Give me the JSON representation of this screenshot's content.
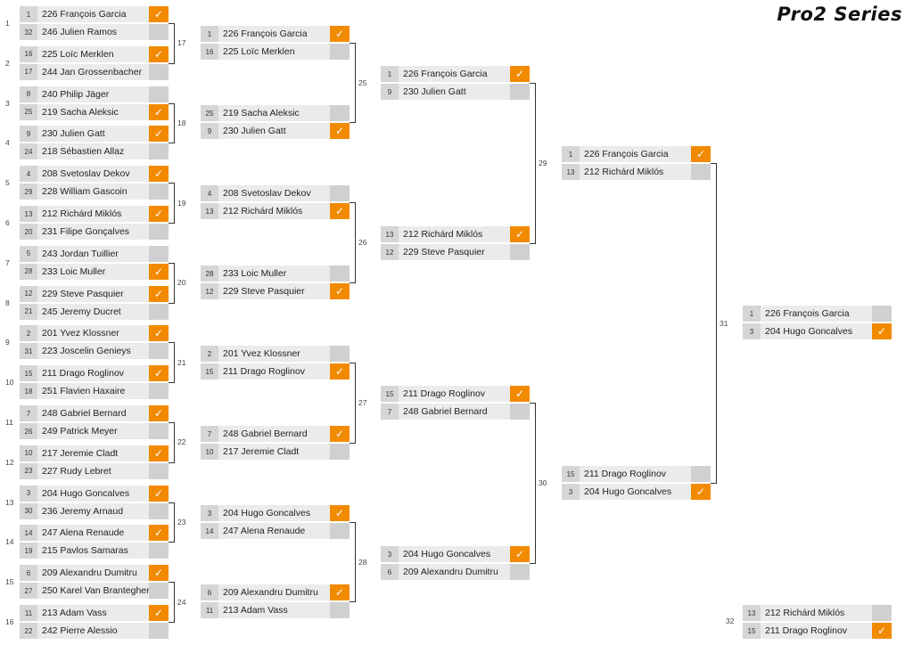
{
  "title": "Pro2 Series",
  "accent": "#f28a00",
  "rounds": [
    [
      {
        "num": "1",
        "players": [
          {
            "seed": "1",
            "name": "226 François Garcia",
            "win": true
          },
          {
            "seed": "32",
            "name": "246 Julien Ramos",
            "win": false
          }
        ]
      },
      {
        "num": "2",
        "players": [
          {
            "seed": "16",
            "name": "225 Loïc Merklen",
            "win": true
          },
          {
            "seed": "17",
            "name": "244 Jan Grossenbacher",
            "win": false
          }
        ]
      },
      {
        "num": "3",
        "players": [
          {
            "seed": "8",
            "name": "240 Philip Jäger",
            "win": false
          },
          {
            "seed": "25",
            "name": "219 Sacha Aleksic",
            "win": true
          }
        ]
      },
      {
        "num": "4",
        "players": [
          {
            "seed": "9",
            "name": "230 Julien Gatt",
            "win": true
          },
          {
            "seed": "24",
            "name": "218 Sébastien Allaz",
            "win": false
          }
        ]
      },
      {
        "num": "5",
        "players": [
          {
            "seed": "4",
            "name": "208 Svetoslav Dekov",
            "win": true
          },
          {
            "seed": "29",
            "name": "228 William Gascoin",
            "win": false
          }
        ]
      },
      {
        "num": "6",
        "players": [
          {
            "seed": "13",
            "name": "212 Richárd Miklós",
            "win": true
          },
          {
            "seed": "20",
            "name": "231 Filipe Gonçalves",
            "win": false
          }
        ]
      },
      {
        "num": "7",
        "players": [
          {
            "seed": "5",
            "name": "243 Jordan Tuillier",
            "win": false
          },
          {
            "seed": "28",
            "name": "233 Loic Muller",
            "win": true
          }
        ]
      },
      {
        "num": "8",
        "players": [
          {
            "seed": "12",
            "name": "229 Steve Pasquier",
            "win": true
          },
          {
            "seed": "21",
            "name": "245 Jeremy Ducret",
            "win": false
          }
        ]
      },
      {
        "num": "9",
        "players": [
          {
            "seed": "2",
            "name": "201 Yvez Klossner",
            "win": true
          },
          {
            "seed": "31",
            "name": "223 Joscelin Genieys",
            "win": false
          }
        ]
      },
      {
        "num": "10",
        "players": [
          {
            "seed": "15",
            "name": "211 Drago Roglinov",
            "win": true
          },
          {
            "seed": "18",
            "name": "251 Flavien Haxaire",
            "win": false
          }
        ]
      },
      {
        "num": "11",
        "players": [
          {
            "seed": "7",
            "name": "248 Gabriel Bernard",
            "win": true
          },
          {
            "seed": "26",
            "name": "249 Patrick Meyer",
            "win": false
          }
        ]
      },
      {
        "num": "12",
        "players": [
          {
            "seed": "10",
            "name": "217 Jeremie Cladt",
            "win": true
          },
          {
            "seed": "23",
            "name": "227 Rudy Lebret",
            "win": false
          }
        ]
      },
      {
        "num": "13",
        "players": [
          {
            "seed": "3",
            "name": "204 Hugo Goncalves",
            "win": true
          },
          {
            "seed": "30",
            "name": "236 Jeremy Arnaud",
            "win": false
          }
        ]
      },
      {
        "num": "14",
        "players": [
          {
            "seed": "14",
            "name": "247 Alena Renaude",
            "win": true
          },
          {
            "seed": "19",
            "name": "215 Pavlos Samaras",
            "win": false
          }
        ]
      },
      {
        "num": "15",
        "players": [
          {
            "seed": "6",
            "name": "209 Alexandru Dumitru",
            "win": true
          },
          {
            "seed": "27",
            "name": "250 Karel Van Brantegher",
            "win": false
          }
        ]
      },
      {
        "num": "16",
        "players": [
          {
            "seed": "11",
            "name": "213 Adam Vass",
            "win": true
          },
          {
            "seed": "22",
            "name": "242 Pierre Alessio",
            "win": false
          }
        ]
      }
    ],
    [
      {
        "num": "17",
        "players": [
          {
            "seed": "1",
            "name": "226 François Garcia",
            "win": true
          },
          {
            "seed": "16",
            "name": "225 Loïc Merklen",
            "win": false
          }
        ]
      },
      {
        "num": "18",
        "players": [
          {
            "seed": "25",
            "name": "219 Sacha Aleksic",
            "win": false
          },
          {
            "seed": "9",
            "name": "230 Julien Gatt",
            "win": true
          }
        ]
      },
      {
        "num": "19",
        "players": [
          {
            "seed": "4",
            "name": "208 Svetoslav Dekov",
            "win": false
          },
          {
            "seed": "13",
            "name": "212 Richárd Miklós",
            "win": true
          }
        ]
      },
      {
        "num": "20",
        "players": [
          {
            "seed": "28",
            "name": "233 Loic Muller",
            "win": false
          },
          {
            "seed": "12",
            "name": "229 Steve Pasquier",
            "win": true
          }
        ]
      },
      {
        "num": "21",
        "players": [
          {
            "seed": "2",
            "name": "201 Yvez Klossner",
            "win": false
          },
          {
            "seed": "15",
            "name": "211 Drago Roglinov",
            "win": true
          }
        ]
      },
      {
        "num": "22",
        "players": [
          {
            "seed": "7",
            "name": "248 Gabriel Bernard",
            "win": true
          },
          {
            "seed": "10",
            "name": "217 Jeremie Cladt",
            "win": false
          }
        ]
      },
      {
        "num": "23",
        "players": [
          {
            "seed": "3",
            "name": "204 Hugo Goncalves",
            "win": true
          },
          {
            "seed": "14",
            "name": "247 Alena Renaude",
            "win": false
          }
        ]
      },
      {
        "num": "24",
        "players": [
          {
            "seed": "6",
            "name": "209 Alexandru Dumitru",
            "win": true
          },
          {
            "seed": "11",
            "name": "213 Adam Vass",
            "win": false
          }
        ]
      }
    ],
    [
      {
        "num": "25",
        "players": [
          {
            "seed": "1",
            "name": "226 François Garcia",
            "win": true
          },
          {
            "seed": "9",
            "name": "230 Julien Gatt",
            "win": false
          }
        ]
      },
      {
        "num": "26",
        "players": [
          {
            "seed": "13",
            "name": "212 Richárd Miklós",
            "win": true
          },
          {
            "seed": "12",
            "name": "229 Steve Pasquier",
            "win": false
          }
        ]
      },
      {
        "num": "27",
        "players": [
          {
            "seed": "15",
            "name": "211 Drago Roglinov",
            "win": true
          },
          {
            "seed": "7",
            "name": "248 Gabriel Bernard",
            "win": false
          }
        ]
      },
      {
        "num": "28",
        "players": [
          {
            "seed": "3",
            "name": "204 Hugo Goncalves",
            "win": true
          },
          {
            "seed": "6",
            "name": "209 Alexandru Dumitru",
            "win": false
          }
        ]
      }
    ],
    [
      {
        "num": "29",
        "players": [
          {
            "seed": "1",
            "name": "226 François Garcia",
            "win": true
          },
          {
            "seed": "13",
            "name": "212 Richárd Miklós",
            "win": false
          }
        ]
      },
      {
        "num": "30",
        "players": [
          {
            "seed": "15",
            "name": "211 Drago Roglinov",
            "win": false
          },
          {
            "seed": "3",
            "name": "204 Hugo Goncalves",
            "win": true
          }
        ]
      }
    ],
    [
      {
        "num": "31",
        "players": [
          {
            "seed": "1",
            "name": "226 François Garcia",
            "win": false
          },
          {
            "seed": "3",
            "name": "204 Hugo Goncalves",
            "win": true
          }
        ]
      }
    ]
  ],
  "third_place": {
    "num": "32",
    "players": [
      {
        "seed": "13",
        "name": "212 Richárd Miklós",
        "win": false
      },
      {
        "seed": "15",
        "name": "211 Drago Roglinov",
        "win": true
      }
    ]
  },
  "check_glyph": "✓"
}
